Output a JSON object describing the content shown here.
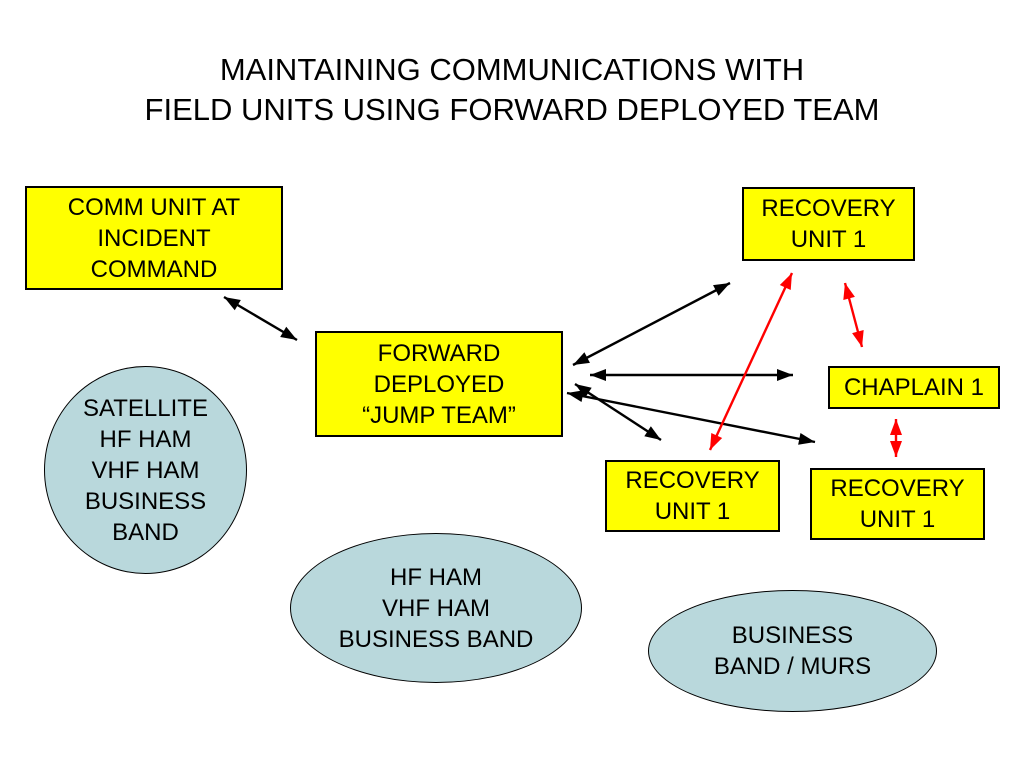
{
  "slide": {
    "title": "MAINTAINING COMMUNICATIONS WITH\nFIELD UNITS USING FORWARD DEPLOYED TEAM"
  },
  "nodes": {
    "comm_unit": {
      "label": "COMM UNIT AT\nINCIDENT\nCOMMAND"
    },
    "recovery_top": {
      "label": "RECOVERY\nUNIT 1"
    },
    "forward_team": {
      "label": "FORWARD\nDEPLOYED\n“JUMP TEAM”"
    },
    "chaplain": {
      "label": "CHAPLAIN 1"
    },
    "recovery_mid": {
      "label": "RECOVERY\nUNIT 1"
    },
    "recovery_right": {
      "label": "RECOVERY\nUNIT 1"
    }
  },
  "channels": {
    "satellite": {
      "label": "SATELLITE\nHF HAM\nVHF HAM\nBUSINESS\nBAND"
    },
    "hf_ham": {
      "label": "HF HAM\nVHF HAM\nBUSINESS BAND"
    },
    "business_murs": {
      "label": "BUSINESS\nBAND / MURS"
    }
  },
  "links": [
    {
      "from": "comm_unit",
      "to": "forward_team",
      "color": "#000000",
      "bidirectional": true
    },
    {
      "from": "forward_team",
      "to": "recovery_top",
      "color": "#000000",
      "bidirectional": true
    },
    {
      "from": "forward_team",
      "to": "chaplain",
      "color": "#000000",
      "bidirectional": true
    },
    {
      "from": "forward_team",
      "to": "recovery_mid",
      "color": "#000000",
      "bidirectional": true
    },
    {
      "from": "forward_team",
      "to": "recovery_right",
      "color": "#000000",
      "bidirectional": true
    },
    {
      "from": "recovery_mid",
      "to": "recovery_top",
      "color": "#FF0000",
      "bidirectional": true
    },
    {
      "from": "recovery_top",
      "to": "chaplain",
      "color": "#FF0000",
      "bidirectional": true
    },
    {
      "from": "chaplain",
      "to": "recovery_right",
      "color": "#FF0000",
      "bidirectional": true
    }
  ],
  "colors": {
    "background": "#FFFFFF",
    "node_fill": "#FFFF00",
    "node_border": "#000000",
    "channel_fill": "#B9D8DC",
    "channel_border": "#000000",
    "link_black": "#000000",
    "link_red": "#FF0000",
    "text": "#000000"
  }
}
